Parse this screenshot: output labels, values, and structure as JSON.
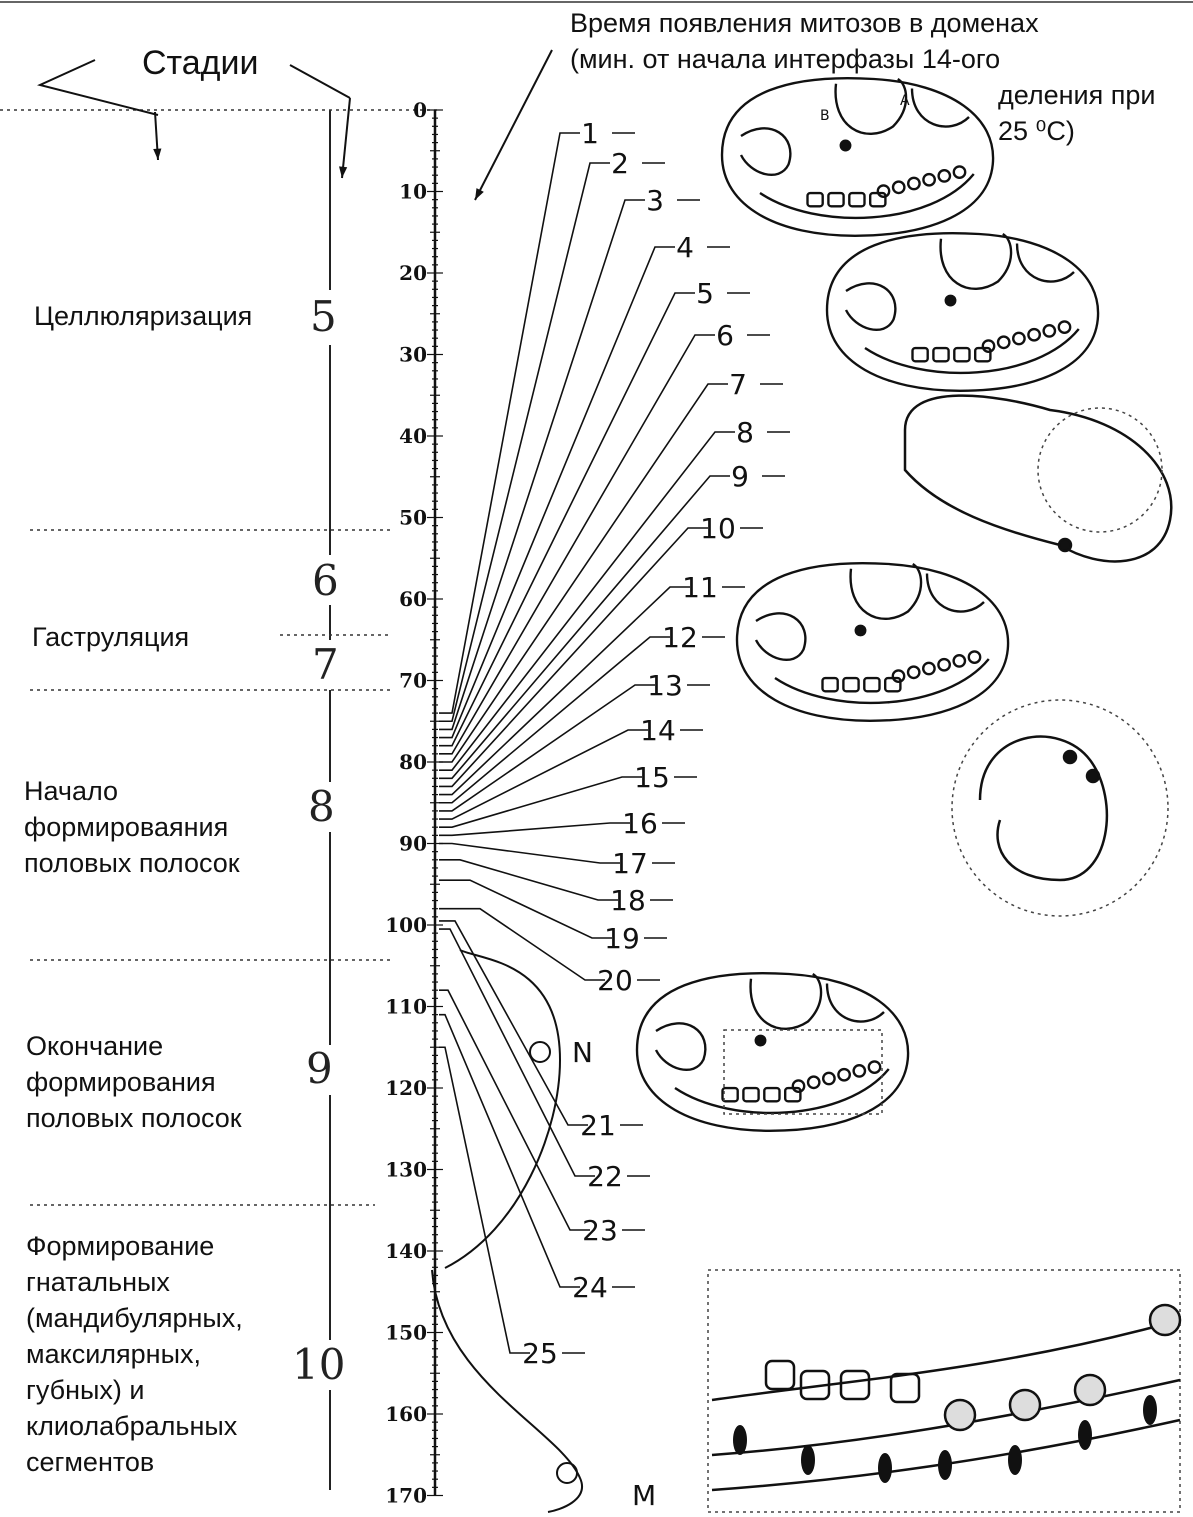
{
  "title": "Стадии",
  "header": {
    "line1": "Время появления митозов в доменах",
    "line2": "(мин. от начала интерфазы 14-ого",
    "line3": "деления при",
    "line4": "25 ⁰C)"
  },
  "stages": [
    {
      "num": "5",
      "name": [
        "Целлюляризация"
      ]
    },
    {
      "num": "6",
      "name": [
        "Гаструляция"
      ]
    },
    {
      "num": "7",
      "name": []
    },
    {
      "num": "8",
      "name": [
        "Начало",
        "формироваяния",
        "половых полосок"
      ]
    },
    {
      "num": "9",
      "name": [
        "Окончание",
        "формирования",
        "половых полосок"
      ]
    },
    {
      "num": "10",
      "name": [
        "Формирование",
        "гнатальных",
        "(мандибулярных,",
        "максилярных,",
        "губных) и",
        "клиолабральных",
        "сегментов"
      ]
    }
  ],
  "time_axis": {
    "ticks": [
      "0",
      "10",
      "20",
      "30",
      "40",
      "50",
      "60",
      "70",
      "80",
      "90",
      "100",
      "110",
      "120",
      "130",
      "140",
      "150",
      "160",
      "170"
    ]
  },
  "domains": [
    "1",
    "2",
    "3",
    "4",
    "5",
    "6",
    "7",
    "8",
    "9",
    "10",
    "11",
    "12",
    "13",
    "14",
    "15",
    "16",
    "17",
    "18",
    "19",
    "20",
    "21",
    "22",
    "23",
    "24",
    "25"
  ],
  "markers": {
    "n": "N",
    "m": "M"
  },
  "inset_letters": {
    "a": "A",
    "b": "B"
  }
}
